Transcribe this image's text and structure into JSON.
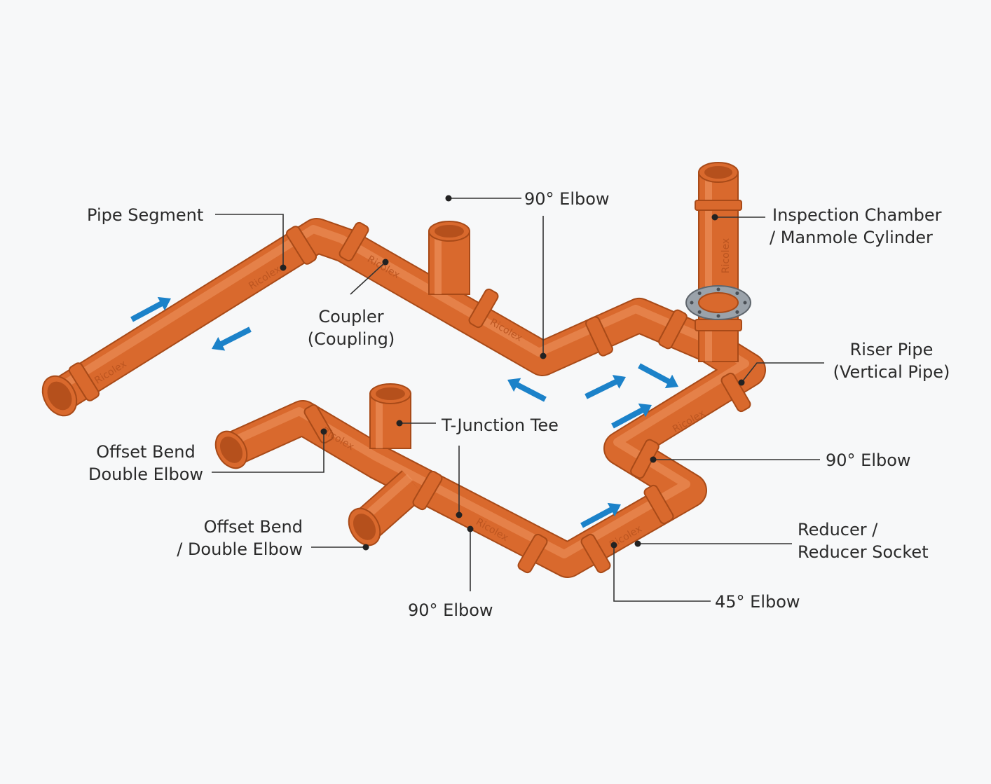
{
  "brand_mark": "Ricolex",
  "labels": {
    "pipe_segment": "Pipe Segment",
    "coupler": [
      "Coupler",
      "(Coupling)"
    ],
    "elbow_90_top": "90° Elbow",
    "inspection_chamber": [
      "Inspection Chamber",
      "/ Manmole Cylinder"
    ],
    "riser_pipe": [
      "Riser Pipe",
      "(Vertical Pipe)"
    ],
    "t_junction": "T-Junction Tee",
    "elbow_90_right": "90° Elbow",
    "offset_bend_1": [
      "Offset Bend",
      "Double Elbow"
    ],
    "offset_bend_2": [
      "Offset Bend",
      "/ Double Elbow"
    ],
    "reducer": [
      "Reducer /",
      "Reducer Socket"
    ],
    "elbow_90_bottom": "90° Elbow",
    "elbow_45": "45° Elbow"
  },
  "colors": {
    "pipe": "#d9692d",
    "pipe_dark": "#a84a18",
    "pipe_light": "#ee9560",
    "arrow": "#1c82c9",
    "leader": "#333333",
    "flange": "#9aa2aa"
  }
}
